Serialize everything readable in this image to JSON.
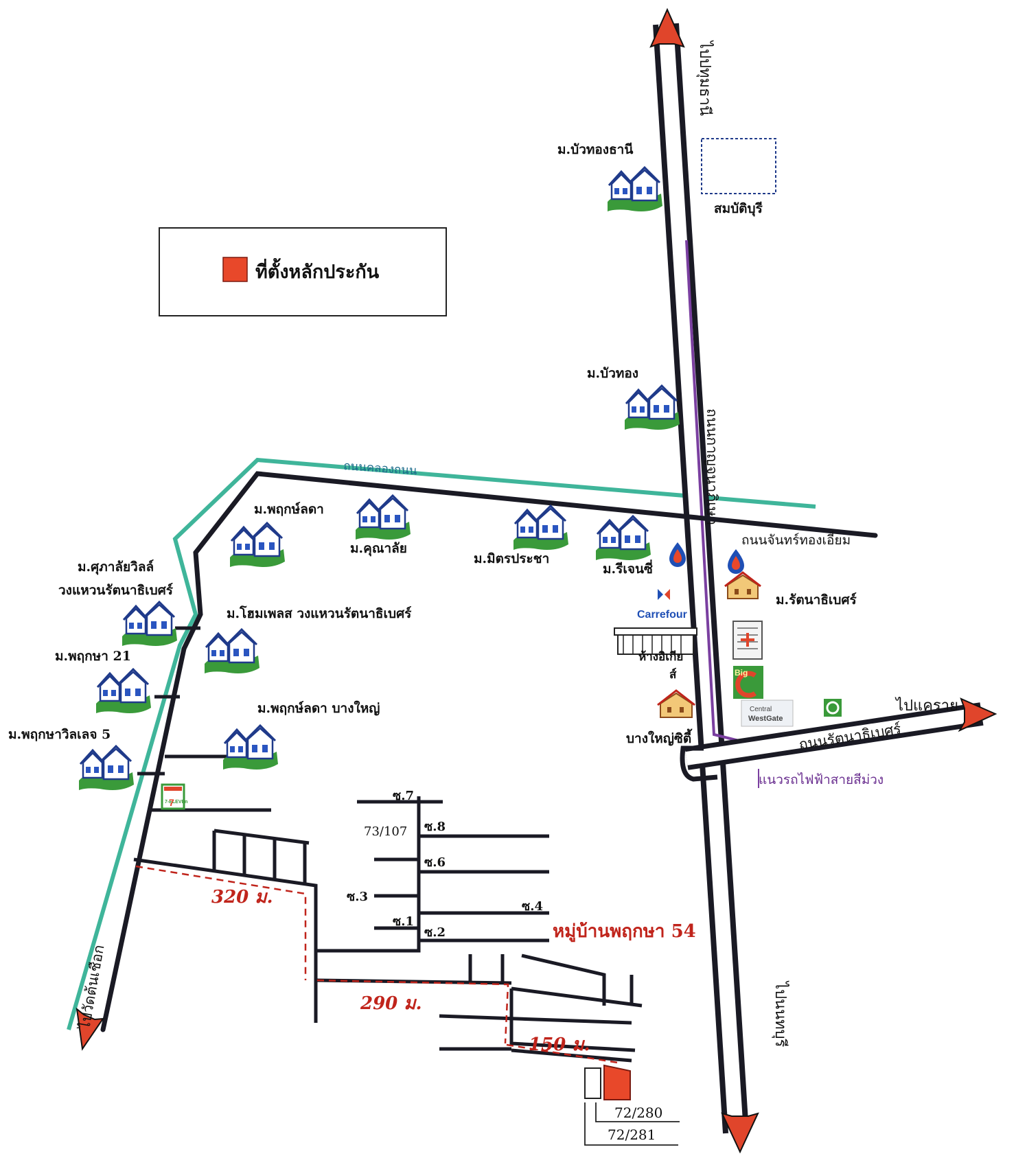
{
  "legend": {
    "label": "ที่ตั้งหลักประกัน"
  },
  "directions": {
    "north": "ไปปทุมธานี",
    "south": "ไปนนทบุรี",
    "southwest": "ไปวัดต้นเชือก",
    "east": "ไปแคราย"
  },
  "roads": {
    "highway": "ถนนกาญจนาภิเษก",
    "canal_road": "ถนนคลองถนน",
    "chan_road": "ถนนจันทร์ทองเอี่ยม",
    "rattanathibet": "ถนนรัตนาธิเบศร์",
    "purple_line": "แนวรถไฟฟ้าสายสีม่วง"
  },
  "places": {
    "bua_thong_thani": "ม.บัวทองธานี",
    "sombat_buri": "สมบัติบุรี",
    "bua_thong": "ม.บัวทอง",
    "pruksa_lada": "ม.พฤกษ์ลดา",
    "kunalai": "ม.คุณาลัย",
    "mitr_pracha": "ม.มิตรประชา",
    "regency": "ม.รีเจนซี่",
    "rattanathibet_village": "ม.รัตนาธิเบศร์",
    "supalai_1": "ม.ศุภาลัยวิลล์",
    "supalai_2": "วงแหวนรัตนาธิเบศร์",
    "home_place": "ม.โฮมเพลส วงแหวนรัตนาธิเบศร์",
    "pruksa_21": "ม.พฤกษา 21",
    "pruksa_lada_bangyai": "ม.พฤกษ์ลดา บางใหญ่",
    "pruksa_village_5": "ม.พฤกษาวิลเลจ 5",
    "carrefour": "Carrefour",
    "ikea_store": "ห้างอิเกีย",
    "ikea_store_2": "ส์",
    "bigc": "Big",
    "central_1": "Central",
    "central_2": "WestGate",
    "bangyai_city": "บางใหญ่ซิตี้",
    "seven_eleven": "7-ELEVEn"
  },
  "target": {
    "village": "หมู่บ้านพฤกษา 54",
    "house_ref": "73/107",
    "plot_1": "72/280",
    "plot_2": "72/281"
  },
  "sois": [
    "ซ.7",
    "ซ.8",
    "ซ.6",
    "ซ.3",
    "ซ.4",
    "ซ.1",
    "ซ.2"
  ],
  "distances": {
    "d1": "320 ม.",
    "d2": "290 ม.",
    "d3": "150 ม."
  },
  "colors": {
    "road": "#1a1a24",
    "canal": "#3fb59a",
    "arrow": "#e0452b",
    "purple_line": "#7a3fa0",
    "distance": "#c0241b",
    "target": "#e8482a",
    "grass": "#3a9a3a"
  }
}
